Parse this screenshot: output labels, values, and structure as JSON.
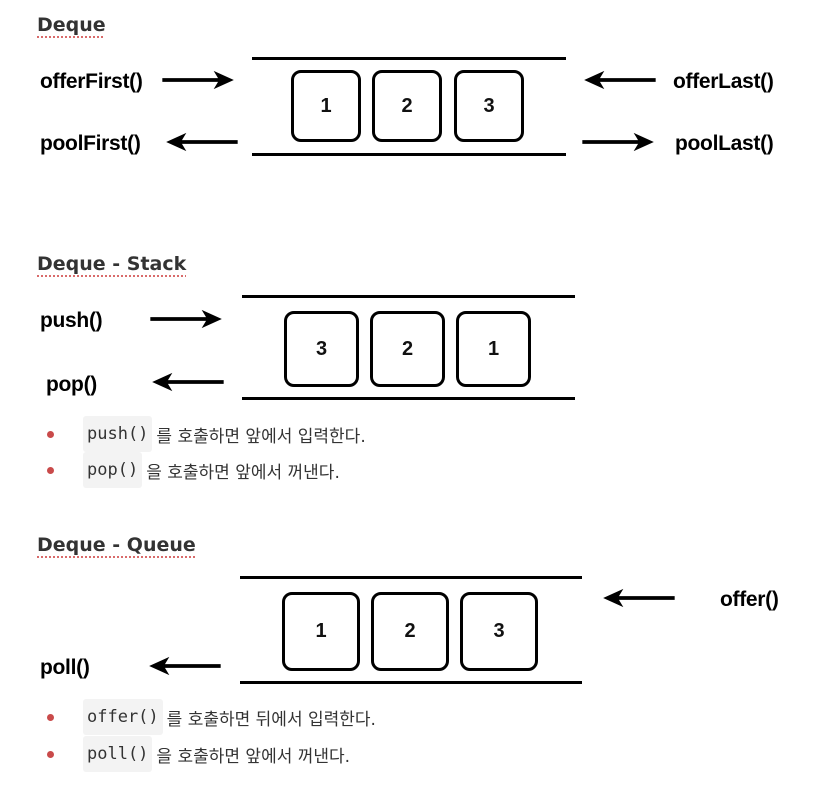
{
  "sections": {
    "deque": {
      "title": "Deque",
      "labels": {
        "offer_first": "offerFirst()",
        "poll_first": "poolFirst()",
        "offer_last": "offerLast()",
        "poll_last": "poolLast()"
      },
      "boxes": [
        "1",
        "2",
        "3"
      ]
    },
    "stack": {
      "title": "Deque - Stack",
      "labels": {
        "push": "push()",
        "pop": "pop()"
      },
      "boxes": [
        "3",
        "2",
        "1"
      ],
      "bullets": [
        {
          "code": "push()",
          "text": "를 호출하면 앞에서 입력한다."
        },
        {
          "code": "pop()",
          "text": "을 호출하면 앞에서 꺼낸다."
        }
      ]
    },
    "queue": {
      "title": "Deque - Queue",
      "labels": {
        "offer": "offer()",
        "poll": "poll()"
      },
      "boxes": [
        "1",
        "2",
        "3"
      ],
      "bullets": [
        {
          "code": "offer()",
          "text": "를 호출하면 뒤에서 입력한다."
        },
        {
          "code": "poll()",
          "text": "을 호출하면 앞에서 꺼낸다."
        }
      ]
    }
  },
  "colors": {
    "bullet": "#c94a4a",
    "title_underline": "#d96b6b",
    "code_background": "#f3f3f3"
  }
}
